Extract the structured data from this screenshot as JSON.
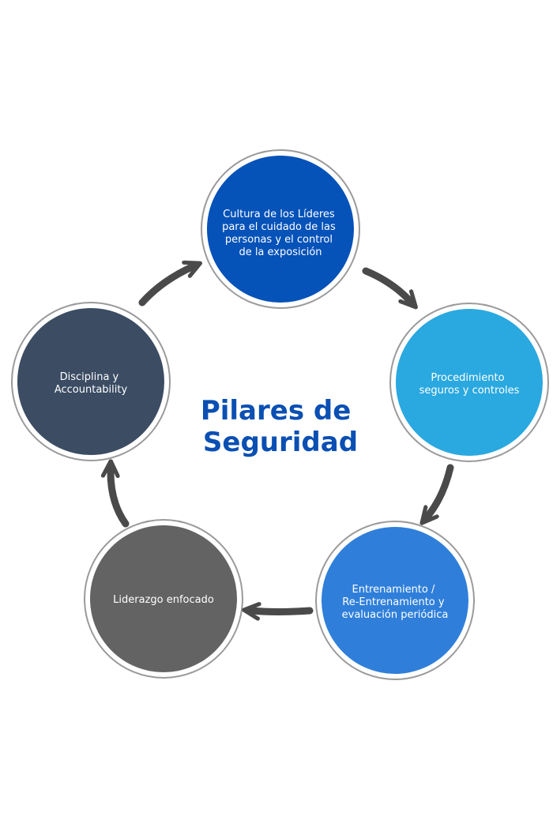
{
  "title": {
    "lines": [
      "Pilares de",
      "Seguridad"
    ],
    "color": "#0a4fb3"
  },
  "nodes": [
    {
      "lines": [
        "Cultura de los Líderes",
        "para el cuidado de las",
        "personas y el control",
        "de la exposición"
      ],
      "color": "#0552b8"
    },
    {
      "lines": [
        "Procedimiento",
        "seguros y controles"
      ],
      "color": "#2aa8e0"
    },
    {
      "lines": [
        "Entrenamiento /",
        "Re-Entrenamiento y",
        "evaluación periódica"
      ],
      "color": "#2f7fda"
    },
    {
      "lines": [
        "Liderazgo enfocado"
      ],
      "color": "#636363"
    },
    {
      "lines": [
        "Disciplina y",
        "Accountability"
      ],
      "color": "#3b4c63"
    }
  ],
  "colors": {
    "ring": "#9a9a9a",
    "arrow": "#4a4a4a"
  }
}
